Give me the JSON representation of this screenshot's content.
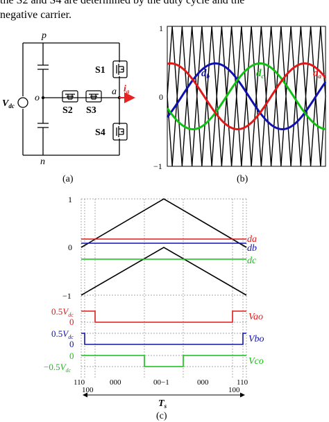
{
  "header": {
    "line1": "the S2 and S4 are determined by the duty cycle and the",
    "line2": "negative carrier."
  },
  "panel_a": {
    "caption": "(a)",
    "node_p": "p",
    "node_o": "o",
    "node_n": "n",
    "node_a": "a",
    "vdc_main": "V",
    "vdc_sub": "dc",
    "current_main": "i",
    "current_sub": "a",
    "s1": "S1",
    "s2": "S2",
    "s3": "S3",
    "s4": "S4",
    "colors": {
      "current": "#e82020",
      "wire": "#000000"
    }
  },
  "panel_b": {
    "caption": "(b)",
    "ytick_top": "1",
    "ytick_mid": "0",
    "ytick_bot": "−1",
    "label_da": "d",
    "label_da_sub": "a",
    "label_db": "d",
    "label_db_sub": "b",
    "label_dc": "d",
    "label_dc_sub": "c",
    "colors": {
      "da": "#e01818",
      "db": "#1010b0",
      "dc": "#10c010",
      "carrier": "#000000"
    }
  },
  "panel_c": {
    "caption": "(c)",
    "ytick_top": "1",
    "ytick_mid": "0",
    "ytick_bot": "−1",
    "label_da": "da",
    "label_db": "db",
    "label_dc": "dc",
    "vao_high_coef": "0.5",
    "vao_high_v": "V",
    "vao_high_sub": "dc",
    "vao_low": "0",
    "vbo_high_coef": "0.5",
    "vbo_high_v": "V",
    "vbo_high_sub": "dc",
    "vbo_low": "0",
    "vco_high": "0",
    "vco_low_coef": "−0.5",
    "vco_low_v": "V",
    "vco_low_sub": "dc",
    "label_vao": "Vao",
    "label_vbo": "Vbo",
    "label_vco": "Vco",
    "states": [
      "110",
      "100",
      "000",
      "00−1",
      "000",
      "100",
      "110"
    ],
    "period_main": "T",
    "period_sub": "s",
    "colors": {
      "da": "#e01818",
      "db": "#1010b0",
      "dc": "#10c010"
    }
  }
}
